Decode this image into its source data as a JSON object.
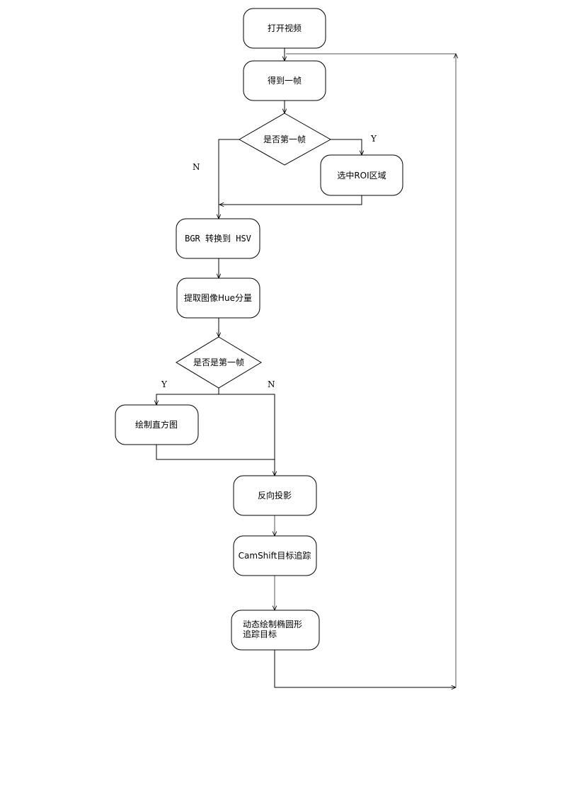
{
  "nodes": {
    "open_video": "打开视频",
    "get_frame": "得到一帧",
    "is_first_frame_1": "是否第一帧",
    "select_roi": "选中ROI区域",
    "bgr_to_hsv": "BGR 转换到 HSV",
    "extract_hue": "提取图像Hue分量",
    "is_first_frame_2": "是否是第一帧",
    "draw_histogram": "绘制直方图",
    "back_projection": "反向投影",
    "camshift_track": "CamShift目标追踪",
    "draw_ellipse_line1": "动态绘制椭圆形",
    "draw_ellipse_line2": "追踪目标"
  },
  "edge_labels": {
    "first_yes": "Y",
    "first_no": "N",
    "second_yes": "Y",
    "second_no": "N"
  }
}
